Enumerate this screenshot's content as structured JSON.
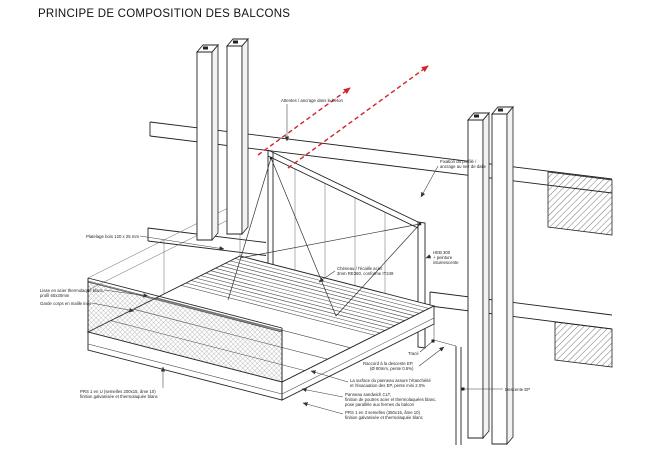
{
  "title": "PRINCIPE DE COMPOSITION DES BALCONS",
  "colors": {
    "background": "#ffffff",
    "line": "#222222",
    "leader": "#3a3a3a",
    "annotation_text": "#1f1f1f",
    "anchor_arrow_red": "#d2232a"
  },
  "annotations": {
    "attentes": {
      "line1": "Attentes / ancrage dans le béton"
    },
    "platelage": {
      "line1": "Platelage bois 120 x 25 mm"
    },
    "lisse": {
      "line1": "Lisse en acier thermolaqué blanc,",
      "line2": "profil 60x30mm"
    },
    "garde_corps": {
      "line1": "Garde corps en maille inox"
    },
    "fixation": {
      "line1": "Fixation du profilé /",
      "line2": "ancrage au nez de dalle"
    },
    "heb": {
      "line1": "HEB 300",
      "line2": "+ peinture",
      "line3": "intumescente"
    },
    "cheneau": {
      "line1": "Chéneau / l'écaille acier",
      "line2": "3mm RE360, conforme IT249"
    },
    "trace": {
      "line1": "Tracé"
    },
    "raccord": {
      "line1": "Raccord à la descente EP,",
      "line2": "(Ø 80mm, pente 0.5%)"
    },
    "surface": {
      "line1": "La surface du panneau assure l'étanchéité",
      "line2": "et l'évacuation des EP, pente mini 2.0%"
    },
    "panneau": {
      "line1": "Panneau sandwich CLT,",
      "line2": "finition de poutres acier et thermolaquées blanc,",
      "line3": "pose parallèle aux fermes du balcon"
    },
    "prs_balcon": {
      "line1": "PRS 1 en 3 semelles (350x15, âme 10)",
      "line2": "finition galvanisée et thermolaquée blanc"
    },
    "prs_rive": {
      "line1": "PRS 1 en U (semelles 200x15, âme 10)",
      "line2": "finition galvanisée et thermolaquée blanc"
    },
    "descente": {
      "line1": "Descente EP"
    }
  }
}
